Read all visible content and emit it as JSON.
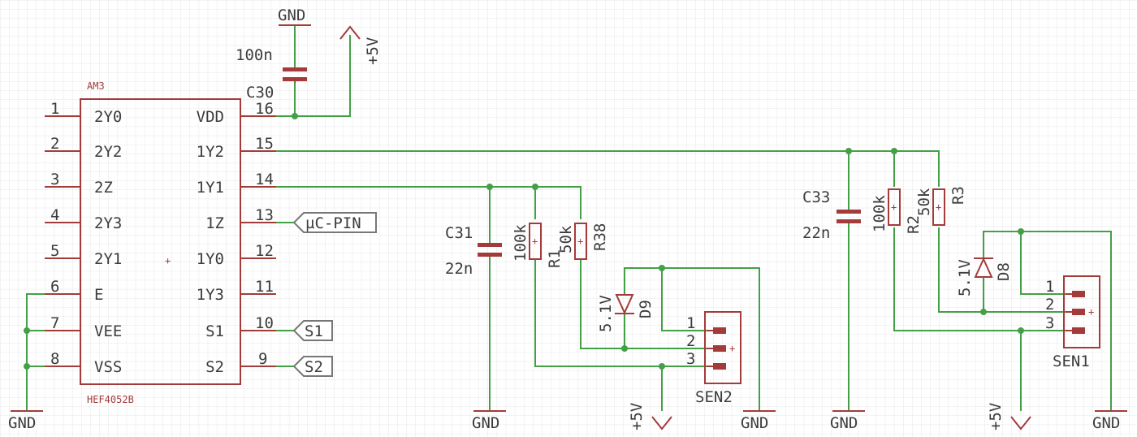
{
  "ic": {
    "name": "AM3",
    "value": "HEF4052B",
    "left_pins": [
      {
        "num": "1",
        "name": "2Y0"
      },
      {
        "num": "2",
        "name": "2Y2"
      },
      {
        "num": "3",
        "name": "2Z"
      },
      {
        "num": "4",
        "name": "2Y3"
      },
      {
        "num": "5",
        "name": "2Y1"
      },
      {
        "num": "6",
        "name": "E"
      },
      {
        "num": "7",
        "name": "VEE"
      },
      {
        "num": "8",
        "name": "VSS"
      }
    ],
    "right_pins": [
      {
        "num": "16",
        "name": "VDD"
      },
      {
        "num": "15",
        "name": "1Y2"
      },
      {
        "num": "14",
        "name": "1Y1"
      },
      {
        "num": "13",
        "name": "1Z"
      },
      {
        "num": "12",
        "name": "1Y0"
      },
      {
        "num": "11",
        "name": "1Y3"
      },
      {
        "num": "10",
        "name": "S1"
      },
      {
        "num": "9",
        "name": "S2"
      }
    ]
  },
  "labels": {
    "uc_pin": "µC-PIN",
    "s1": "S1",
    "s2": "S2"
  },
  "supply": {
    "gnd": "GND",
    "vcc": "+5V"
  },
  "components": {
    "c30": {
      "name": "C30",
      "value": "100n"
    },
    "c31": {
      "name": "C31",
      "value": "22n"
    },
    "c33": {
      "name": "C33",
      "value": "22n"
    },
    "r1": {
      "name": "R1",
      "value": "100k"
    },
    "r38": {
      "name": "R38",
      "value": "50k"
    },
    "r2": {
      "name": "R2",
      "value": "100k"
    },
    "r3": {
      "name": "R3",
      "value": "50k"
    },
    "d9": {
      "name": "D9",
      "value": "5.1V"
    },
    "d8": {
      "name": "D8",
      "value": "5.1V"
    },
    "sen2": {
      "name": "SEN2",
      "pins": [
        "1",
        "2",
        "3"
      ]
    },
    "sen1": {
      "name": "SEN1",
      "pins": [
        "1",
        "2",
        "3"
      ]
    }
  },
  "colors": {
    "wire": "#43a047",
    "part": "#a33b3b",
    "grid": "#e3e3e3",
    "text": "#3c3c3c"
  }
}
